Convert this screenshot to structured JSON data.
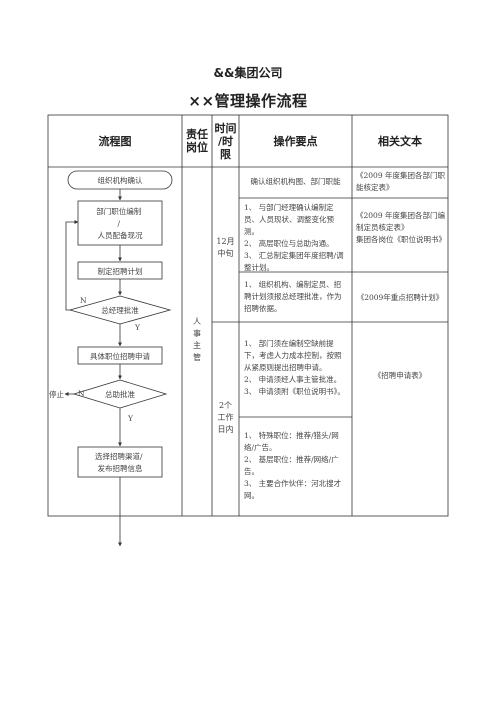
{
  "doc": {
    "company": "&&集团公司",
    "title": "××管理操作流程"
  },
  "headers": {
    "flowchart": "流程图",
    "position": [
      "责任",
      "岗位"
    ],
    "time": [
      "时间",
      "/时",
      "限"
    ],
    "points": "操作要点",
    "docs": "相关文本"
  },
  "flow": {
    "n1": "组织机构确认",
    "n2": [
      "部门职位编制",
      "/",
      "人员配备现况"
    ],
    "n3": "制定招聘计划",
    "n4": "总经理批准",
    "n5": "具体职位招聘申请",
    "n6": "总助批准",
    "n7": [
      "选择招聘渠道/",
      "发布招聘信息"
    ],
    "lbl_n": "N",
    "lbl_y1": "Y",
    "lbl_stop": "停止",
    "lbl_n2": "N",
    "lbl_y2": "Y"
  },
  "position_text": [
    "人",
    "事",
    "主",
    "管"
  ],
  "time_text": {
    "t1": [
      "12月",
      "中旬"
    ],
    "t2": [
      "2个",
      "工作",
      "日内"
    ]
  },
  "points": {
    "r1": "确认组织机构图、部门职能",
    "r2": [
      "1、 与部门经理确认编制定员、人员现状、调整变化预测。",
      "2、 高层职位与总助沟通。",
      "3、 汇总制定集团年度招聘/调整计划。"
    ],
    "r3": [
      "1、 组织机构、编制定员、招聘计划须报总经理批准，作为招聘依据。"
    ],
    "r4": [
      "1、 部门须在编制空缺前提下，考虑人力成本控制，按照从紧原则提出招聘申请。",
      "2、 申请须经人事主管批准。",
      "3、 申请须附《职位说明书》。"
    ],
    "r5": [
      "1、 特殊职位：推荐/猎头/网络/广告。",
      "2、 基层职位：推荐/网络/广告。",
      "3、 主要合作伙伴：河北搜才网。"
    ]
  },
  "docs": {
    "r1": "《2009 年度集团各部门职能核定表》",
    "r2": [
      "《2009 年度集团各部门编制定员核定表》",
      "集团各岗位《职位说明书》"
    ],
    "r3": "《2009年重点招聘计划》",
    "r4": "《招聘申请表》"
  }
}
